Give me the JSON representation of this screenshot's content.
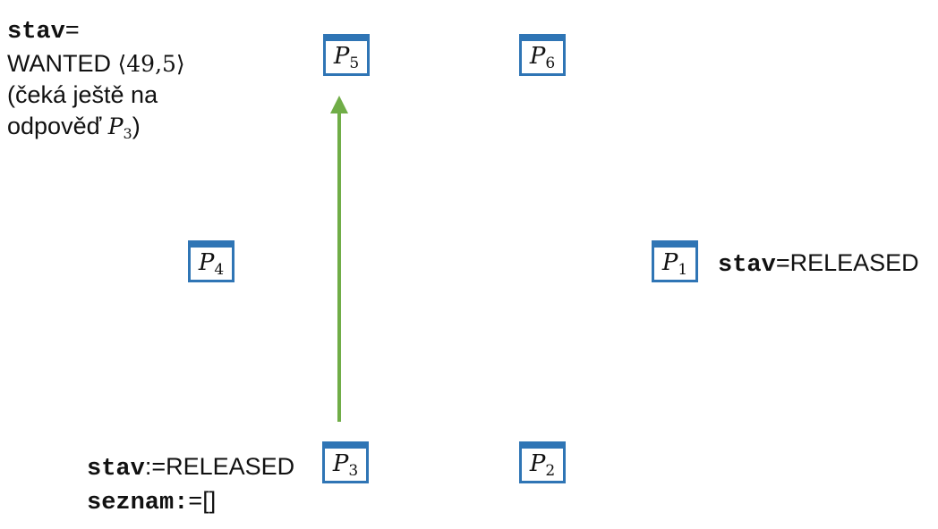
{
  "accent_color": "#2f75b5",
  "arrow_color": "#70ad47",
  "nodes": {
    "p1": {
      "base": "P",
      "sub": "1"
    },
    "p2": {
      "base": "P",
      "sub": "2"
    },
    "p3": {
      "base": "P",
      "sub": "3"
    },
    "p4": {
      "base": "P",
      "sub": "4"
    },
    "p5": {
      "base": "P",
      "sub": "5"
    },
    "p6": {
      "base": "P",
      "sub": "6"
    }
  },
  "notes": {
    "p5_state": {
      "var": "stav",
      "eq": "=",
      "value": "WANTED",
      "timestamp": "⟨49,5⟩",
      "line3": "(čeká ještě na",
      "line4_prefix": "odpověď ",
      "waiting_base": "P",
      "waiting_sub": "3",
      "line4_suffix": ")"
    },
    "p1_state": {
      "var": "stav",
      "eq": "=RELEASED"
    },
    "p3_state": {
      "var1": "stav",
      "eq1": ":=RELEASED",
      "var2": "seznam:",
      "eq2": "=[]"
    }
  }
}
